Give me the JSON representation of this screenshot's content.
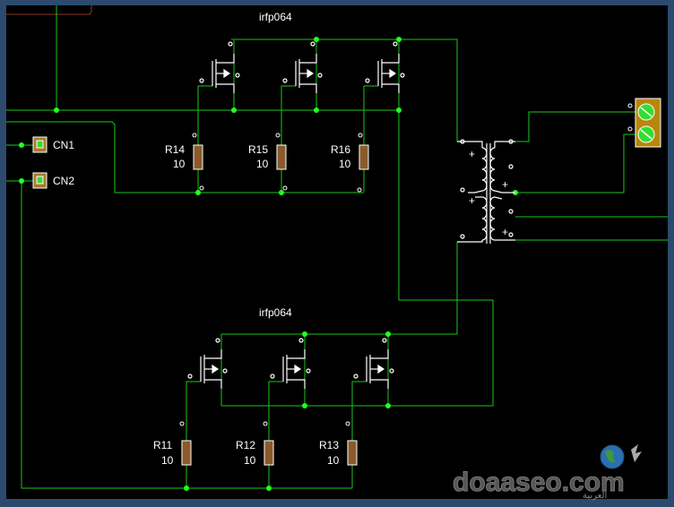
{
  "schematic": {
    "mosfet_bank_top_label": "irfp064",
    "mosfet_bank_bottom_label": "irfp064",
    "connectors": [
      {
        "ref": "CN1"
      },
      {
        "ref": "CN2"
      }
    ],
    "resistors_top": [
      {
        "ref": "R14",
        "value": "10"
      },
      {
        "ref": "R15",
        "value": "10"
      },
      {
        "ref": "R16",
        "value": "10"
      }
    ],
    "resistors_bottom": [
      {
        "ref": "R11",
        "value": "10"
      },
      {
        "ref": "R12",
        "value": "10"
      },
      {
        "ref": "R13",
        "value": "10"
      }
    ],
    "transformer_marks": [
      "+",
      "+",
      "+",
      "+"
    ]
  },
  "colors": {
    "background": "#000000",
    "frame": "#2b4a6e",
    "wire": "#19c819",
    "junction": "#22ff22",
    "component": "#ffffff",
    "resistor_fill": "#8b5a2b",
    "connector_fill": "#a87a2a",
    "terminal_block": "#b8860b",
    "terminal_screw": "#33dd33"
  },
  "watermark": {
    "text": "doaaseo.com",
    "subtext": "العربية"
  }
}
